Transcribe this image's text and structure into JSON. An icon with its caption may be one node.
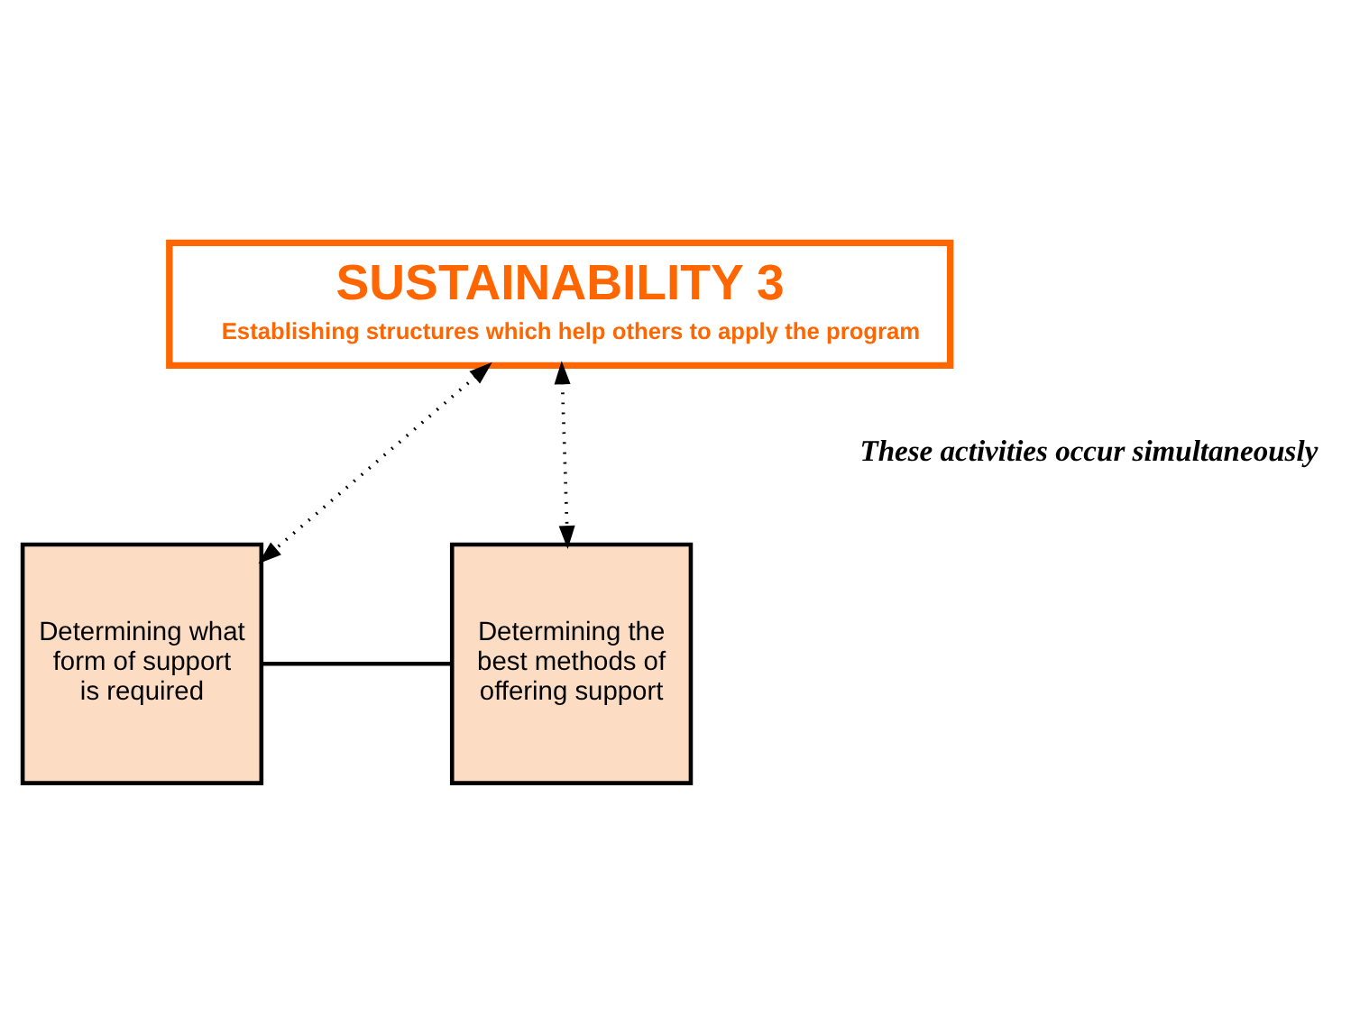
{
  "diagram": {
    "nodes": [
      {
        "text": [
          "SUSTAINABILITY 3",
          "Establishing structures which help others to apply the program"
        ]
      },
      {
        "text": [
          "Determining what form of support is required"
        ]
      },
      {
        "text": [
          "Determining the best methods of offering support"
        ]
      }
    ],
    "edges": [
      {
        "from": 0,
        "to": 1,
        "arrow": "both",
        "style": "dashed"
      },
      {
        "from": 0,
        "to": 2,
        "arrow": "both",
        "style": "dashed"
      },
      {
        "from": 1,
        "to": 2,
        "arrow": "none"
      }
    ],
    "labels": [
      "These activities occur simultaneously"
    ]
  }
}
